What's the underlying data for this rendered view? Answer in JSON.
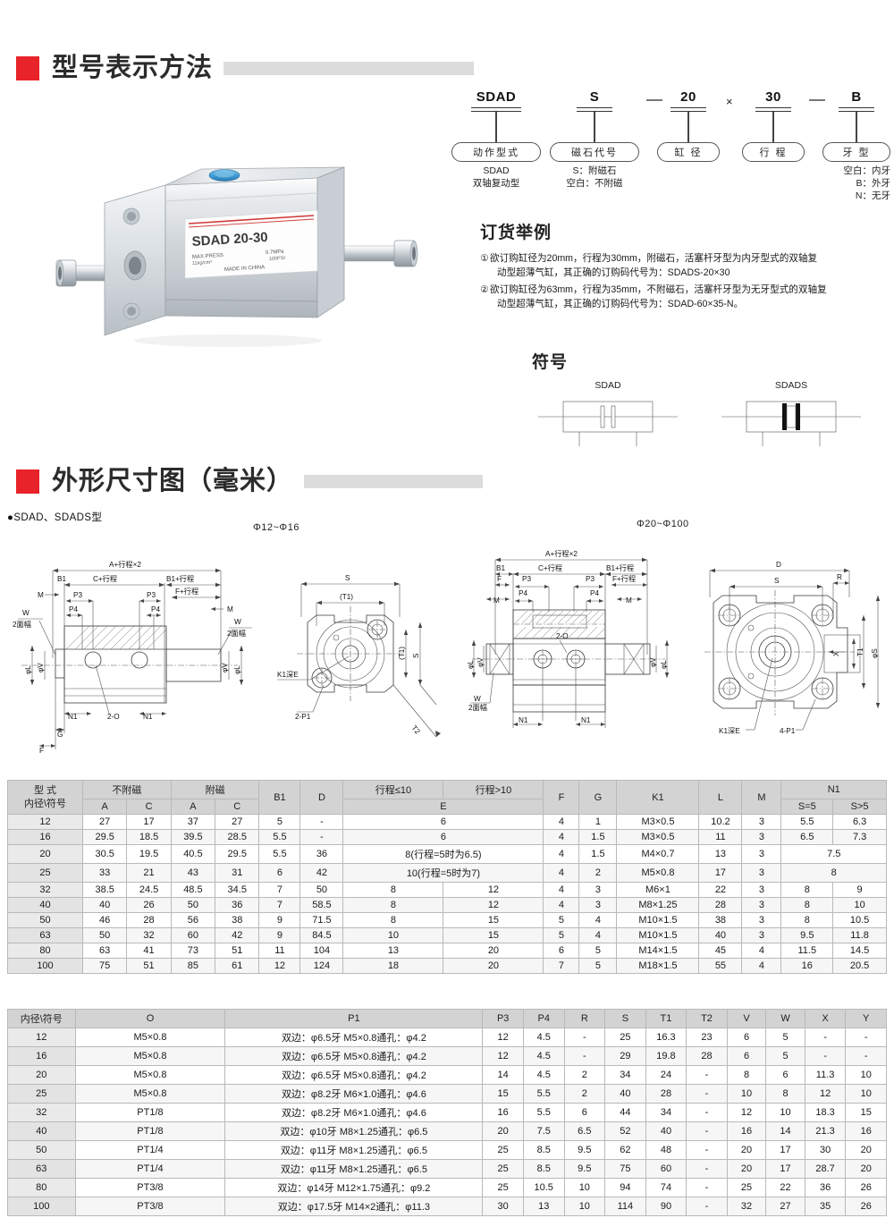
{
  "sections": {
    "model_designation": {
      "title": "型号表示方法"
    },
    "dimension_drawing": {
      "title": "外形尺寸图（毫米）",
      "subtitle": "●SDAD、SDADS型"
    }
  },
  "model_code": {
    "columns": [
      {
        "code": "SDAD",
        "pill": "动作型式",
        "notes": [
          "SDAD",
          "双轴复动型"
        ]
      },
      {
        "code": "S",
        "pill": "磁石代号",
        "notes": [
          "S：附磁石",
          "空白：不附磁"
        ]
      },
      {
        "code": "20",
        "pill": "缸  径",
        "notes": []
      },
      {
        "code": "30",
        "pill": "行  程",
        "notes": []
      },
      {
        "code": "B",
        "pill": "牙  型",
        "notes": [
          "空白：内牙",
          "B：外牙",
          "N：无牙"
        ]
      }
    ],
    "separator_1": "—",
    "multiply": "×",
    "separator_2": "—"
  },
  "ordering": {
    "title": "订货举例",
    "items": [
      {
        "marker": "①",
        "line1": "欲订购缸径为20mm，行程为30mm，附磁石，活塞杆牙型为内牙型式的双轴复",
        "line2": "动型超薄气缸，其正确的订购码代号为：SDADS-20×30"
      },
      {
        "marker": "②",
        "line1": "欲订购缸径为63mm，行程为35mm，不附磁石，活塞杆牙型为无牙型式的双轴复",
        "line2": "动型超薄气缸，其正确的订购码代号为：SDAD-60×35-N。"
      }
    ]
  },
  "symbol": {
    "title": "符号",
    "items": [
      {
        "label": "SDAD"
      },
      {
        "label": "SDADS"
      }
    ]
  },
  "product_photo": {
    "label_model": "SDAD  20-30",
    "label_press": "MAX.PRESS",
    "label_press_value": "0.7MPa",
    "label_press_value2": "100PSI",
    "label_unit": "11kg/cm²",
    "label_origin": "MADE IN CHINA"
  },
  "drawings": {
    "caption_small": "Φ12~Φ16",
    "caption_large": "Φ20~Φ100",
    "labels": {
      "a_stroke2": "A+行程×2",
      "c_stroke": "C+行程",
      "b1_stroke": "B1+行程",
      "f_stroke": "F+行程",
      "b1": "B1",
      "m": "M",
      "f": "F",
      "g": "G",
      "w": "W",
      "w2": "2面幅",
      "p3": "P3",
      "p4": "P4",
      "n1": "N1",
      "o2": "2-O",
      "phiL": "φL",
      "phiV": "φV",
      "s": "S",
      "t1": "(T1)",
      "t2": "T2",
      "k1e": "K1深E",
      "p1_2": "2-P1",
      "p1_4": "4-P1",
      "d": "D",
      "r": "R",
      "x": "X",
      "t1_plain": "T1",
      "phiS": "φS",
      "o2_dash": "2-O"
    }
  },
  "table1": {
    "header": {
      "rowhead_top": "型  式",
      "rowhead_bottom": "内径\\符号",
      "group_no_magnet": "不附磁",
      "group_magnet": "附磁",
      "b1": "B1",
      "d": "D",
      "stroke_le10": "行程≤10",
      "stroke_gt10": "行程>10",
      "e": "E",
      "f": "F",
      "g": "G",
      "k1": "K1",
      "l": "L",
      "m": "M",
      "n1": "N1",
      "n1_s_eq5": "S=5",
      "n1_s_gt5": "S>5",
      "a": "A",
      "c": "C"
    },
    "rows": [
      {
        "bore": "12",
        "a1": "27",
        "c1": "17",
        "a2": "37",
        "c2": "27",
        "b1": "5",
        "d": "-",
        "e_span": "6",
        "e_le": null,
        "e_gt": null,
        "f": "4",
        "g": "1",
        "k1": "M3×0.5",
        "l": "10.2",
        "m": "3",
        "n1_span": null,
        "n1_eq": "5.5",
        "n1_gt": "6.3"
      },
      {
        "bore": "16",
        "a1": "29.5",
        "c1": "18.5",
        "a2": "39.5",
        "c2": "28.5",
        "b1": "5.5",
        "d": "-",
        "e_span": "6",
        "e_le": null,
        "e_gt": null,
        "f": "4",
        "g": "1.5",
        "k1": "M3×0.5",
        "l": "11",
        "m": "3",
        "n1_span": null,
        "n1_eq": "6.5",
        "n1_gt": "7.3"
      },
      {
        "bore": "20",
        "a1": "30.5",
        "c1": "19.5",
        "a2": "40.5",
        "c2": "29.5",
        "b1": "5.5",
        "d": "36",
        "e_span": "8(行程=5时为6.5)",
        "e_le": null,
        "e_gt": null,
        "f": "4",
        "g": "1.5",
        "k1": "M4×0.7",
        "l": "13",
        "m": "3",
        "n1_span": "7.5",
        "n1_eq": null,
        "n1_gt": null
      },
      {
        "bore": "25",
        "a1": "33",
        "c1": "21",
        "a2": "43",
        "c2": "31",
        "b1": "6",
        "d": "42",
        "e_span": "10(行程=5时为7)",
        "e_le": null,
        "e_gt": null,
        "f": "4",
        "g": "2",
        "k1": "M5×0.8",
        "l": "17",
        "m": "3",
        "n1_span": "8",
        "n1_eq": null,
        "n1_gt": null
      },
      {
        "bore": "32",
        "a1": "38.5",
        "c1": "24.5",
        "a2": "48.5",
        "c2": "34.5",
        "b1": "7",
        "d": "50",
        "e_span": null,
        "e_le": "8",
        "e_gt": "12",
        "f": "4",
        "g": "3",
        "k1": "M6×1",
        "l": "22",
        "m": "3",
        "n1_span": null,
        "n1_eq": "8",
        "n1_gt": "9"
      },
      {
        "bore": "40",
        "a1": "40",
        "c1": "26",
        "a2": "50",
        "c2": "36",
        "b1": "7",
        "d": "58.5",
        "e_span": null,
        "e_le": "8",
        "e_gt": "12",
        "f": "4",
        "g": "3",
        "k1": "M8×1.25",
        "l": "28",
        "m": "3",
        "n1_span": null,
        "n1_eq": "8",
        "n1_gt": "10"
      },
      {
        "bore": "50",
        "a1": "46",
        "c1": "28",
        "a2": "56",
        "c2": "38",
        "b1": "9",
        "d": "71.5",
        "e_span": null,
        "e_le": "8",
        "e_gt": "15",
        "f": "5",
        "g": "4",
        "k1": "M10×1.5",
        "l": "38",
        "m": "3",
        "n1_span": null,
        "n1_eq": "8",
        "n1_gt": "10.5"
      },
      {
        "bore": "63",
        "a1": "50",
        "c1": "32",
        "a2": "60",
        "c2": "42",
        "b1": "9",
        "d": "84.5",
        "e_span": null,
        "e_le": "10",
        "e_gt": "15",
        "f": "5",
        "g": "4",
        "k1": "M10×1.5",
        "l": "40",
        "m": "3",
        "n1_span": null,
        "n1_eq": "9.5",
        "n1_gt": "11.8"
      },
      {
        "bore": "80",
        "a1": "63",
        "c1": "41",
        "a2": "73",
        "c2": "51",
        "b1": "11",
        "d": "104",
        "e_span": null,
        "e_le": "13",
        "e_gt": "20",
        "f": "6",
        "g": "5",
        "k1": "M14×1.5",
        "l": "45",
        "m": "4",
        "n1_span": null,
        "n1_eq": "11.5",
        "n1_gt": "14.5"
      },
      {
        "bore": "100",
        "a1": "75",
        "c1": "51",
        "a2": "85",
        "c2": "61",
        "b1": "12",
        "d": "124",
        "e_span": null,
        "e_le": "18",
        "e_gt": "20",
        "f": "7",
        "g": "5",
        "k1": "M18×1.5",
        "l": "55",
        "m": "4",
        "n1_span": null,
        "n1_eq": "16",
        "n1_gt": "20.5"
      }
    ]
  },
  "table2": {
    "header": [
      "内径\\符号",
      "O",
      "P1",
      "P3",
      "P4",
      "R",
      "S",
      "T1",
      "T2",
      "V",
      "W",
      "X",
      "Y"
    ],
    "rows": [
      {
        "bore": "12",
        "o": "M5×0.8",
        "p1": "双边：φ6.5牙 M5×0.8通孔：φ4.2",
        "p3": "12",
        "p4": "4.5",
        "r": "-",
        "s": "25",
        "t1": "16.3",
        "t2": "23",
        "v": "6",
        "w": "5",
        "x": "-",
        "y": "-"
      },
      {
        "bore": "16",
        "o": "M5×0.8",
        "p1": "双边：φ6.5牙 M5×0.8通孔：φ4.2",
        "p3": "12",
        "p4": "4.5",
        "r": "-",
        "s": "29",
        "t1": "19.8",
        "t2": "28",
        "v": "6",
        "w": "5",
        "x": "-",
        "y": "-"
      },
      {
        "bore": "20",
        "o": "M5×0.8",
        "p1": "双边：φ6.5牙 M5×0.8通孔：φ4.2",
        "p3": "14",
        "p4": "4.5",
        "r": "2",
        "s": "34",
        "t1": "24",
        "t2": "-",
        "v": "8",
        "w": "6",
        "x": "11.3",
        "y": "10"
      },
      {
        "bore": "25",
        "o": "M5×0.8",
        "p1": "双边：φ8.2牙 M6×1.0通孔：φ4.6",
        "p3": "15",
        "p4": "5.5",
        "r": "2",
        "s": "40",
        "t1": "28",
        "t2": "-",
        "v": "10",
        "w": "8",
        "x": "12",
        "y": "10"
      },
      {
        "bore": "32",
        "o": "PT1/8",
        "p1": "双边：φ8.2牙 M6×1.0通孔：φ4.6",
        "p3": "16",
        "p4": "5.5",
        "r": "6",
        "s": "44",
        "t1": "34",
        "t2": "-",
        "v": "12",
        "w": "10",
        "x": "18.3",
        "y": "15"
      },
      {
        "bore": "40",
        "o": "PT1/8",
        "p1": "双边：φ10牙 M8×1.25通孔：φ6.5",
        "p3": "20",
        "p4": "7.5",
        "r": "6.5",
        "s": "52",
        "t1": "40",
        "t2": "-",
        "v": "16",
        "w": "14",
        "x": "21.3",
        "y": "16"
      },
      {
        "bore": "50",
        "o": "PT1/4",
        "p1": "双边：φ11牙 M8×1.25通孔：φ6.5",
        "p3": "25",
        "p4": "8.5",
        "r": "9.5",
        "s": "62",
        "t1": "48",
        "t2": "-",
        "v": "20",
        "w": "17",
        "x": "30",
        "y": "20"
      },
      {
        "bore": "63",
        "o": "PT1/4",
        "p1": "双边：φ11牙 M8×1.25通孔：φ6.5",
        "p3": "25",
        "p4": "8.5",
        "r": "9.5",
        "s": "75",
        "t1": "60",
        "t2": "-",
        "v": "20",
        "w": "17",
        "x": "28.7",
        "y": "20"
      },
      {
        "bore": "80",
        "o": "PT3/8",
        "p1": "双边：φ14牙 M12×1.75通孔：φ9.2",
        "p3": "25",
        "p4": "10.5",
        "r": "10",
        "s": "94",
        "t1": "74",
        "t2": "-",
        "v": "25",
        "w": "22",
        "x": "36",
        "y": "26"
      },
      {
        "bore": "100",
        "o": "PT3/8",
        "p1": "双边：φ17.5牙 M14×2通孔：φ11.3",
        "p3": "30",
        "p4": "13",
        "r": "10",
        "s": "114",
        "t1": "90",
        "t2": "-",
        "v": "32",
        "w": "27",
        "x": "35",
        "y": "26"
      }
    ]
  },
  "colors": {
    "accent_red": "#e8232a",
    "header_grey": "#d3d3d3",
    "bar_grey": "#dcdcdc"
  }
}
